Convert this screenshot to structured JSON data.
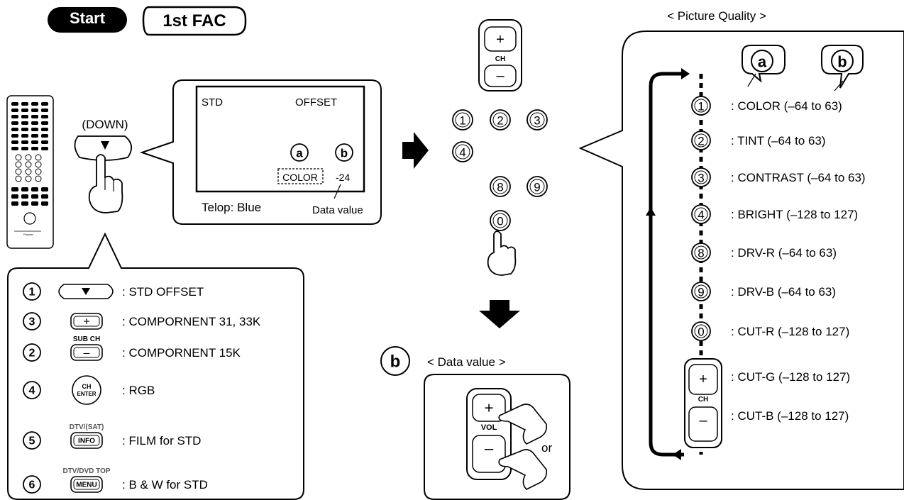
{
  "header": {
    "start_label": "Start",
    "mode_label": "1st FAC"
  },
  "remote_panel": {
    "down_label": "(DOWN)"
  },
  "screen": {
    "left_text": "STD",
    "right_text": "OFFSET",
    "marker_a": "a",
    "marker_b": "b",
    "item_label": "COLOR",
    "item_value": "-24",
    "telop_label": "Telop: Blue",
    "data_value_label": "Data value"
  },
  "mode_list": {
    "items": [
      {
        "number": "1",
        "button": "down-arrow",
        "button_text": "",
        "caption": "",
        "label": ": STD OFFSET"
      },
      {
        "number": "3",
        "button": "plus-key",
        "button_text": "+",
        "caption": "",
        "label": ": COMPORNENT 31, 33K"
      },
      {
        "number": "2",
        "button": "minus-key",
        "button_text": "–",
        "caption": "SUB CH",
        "label": ": COMPORNENT 15K"
      },
      {
        "number": "4",
        "button": "ch-enter",
        "button_text": "CH ENTER",
        "caption": "",
        "label": ": RGB"
      },
      {
        "number": "5",
        "button": "info-key",
        "button_text": "INFO",
        "caption": "DTV/(SAT)",
        "label": ": FILM for STD"
      },
      {
        "number": "6",
        "button": "menu-key",
        "button_text": "MENU",
        "caption": "DTV/DVD TOP",
        "label": ": B & W for STD"
      }
    ]
  },
  "keypad": {
    "ch_label": "CH",
    "plus": "+",
    "minus": "–",
    "numbers": [
      "1",
      "2",
      "3",
      "4",
      "8",
      "9",
      "0"
    ]
  },
  "data_value_section": {
    "marker": "b",
    "title": "< Data value >",
    "vol_label": "VOL",
    "plus": "+",
    "minus": "–",
    "or_label": "or"
  },
  "picture_quality": {
    "title": "< Picture Quality >",
    "marker_a": "a",
    "marker_b": "b",
    "ch_label": "CH",
    "items": [
      {
        "key": "1",
        "label": ": COLOR (–64 to 63)"
      },
      {
        "key": "2",
        "label": ": TINT (–64 to 63)"
      },
      {
        "key": "3",
        "label": ": CONTRAST (–64 to 63)"
      },
      {
        "key": "4",
        "label": ": BRIGHT (–128 to 127)"
      },
      {
        "key": "8",
        "label": ": DRV-R (–64 to 63)"
      },
      {
        "key": "9",
        "label": ": DRV-B (–64 to 63)"
      },
      {
        "key": "0",
        "label": ": CUT-R (–128 to 127)"
      },
      {
        "key": "+",
        "label": ": CUT-G (–128 to 127)"
      },
      {
        "key": "–",
        "label": ": CUT-B (–128 to 127)"
      }
    ]
  }
}
